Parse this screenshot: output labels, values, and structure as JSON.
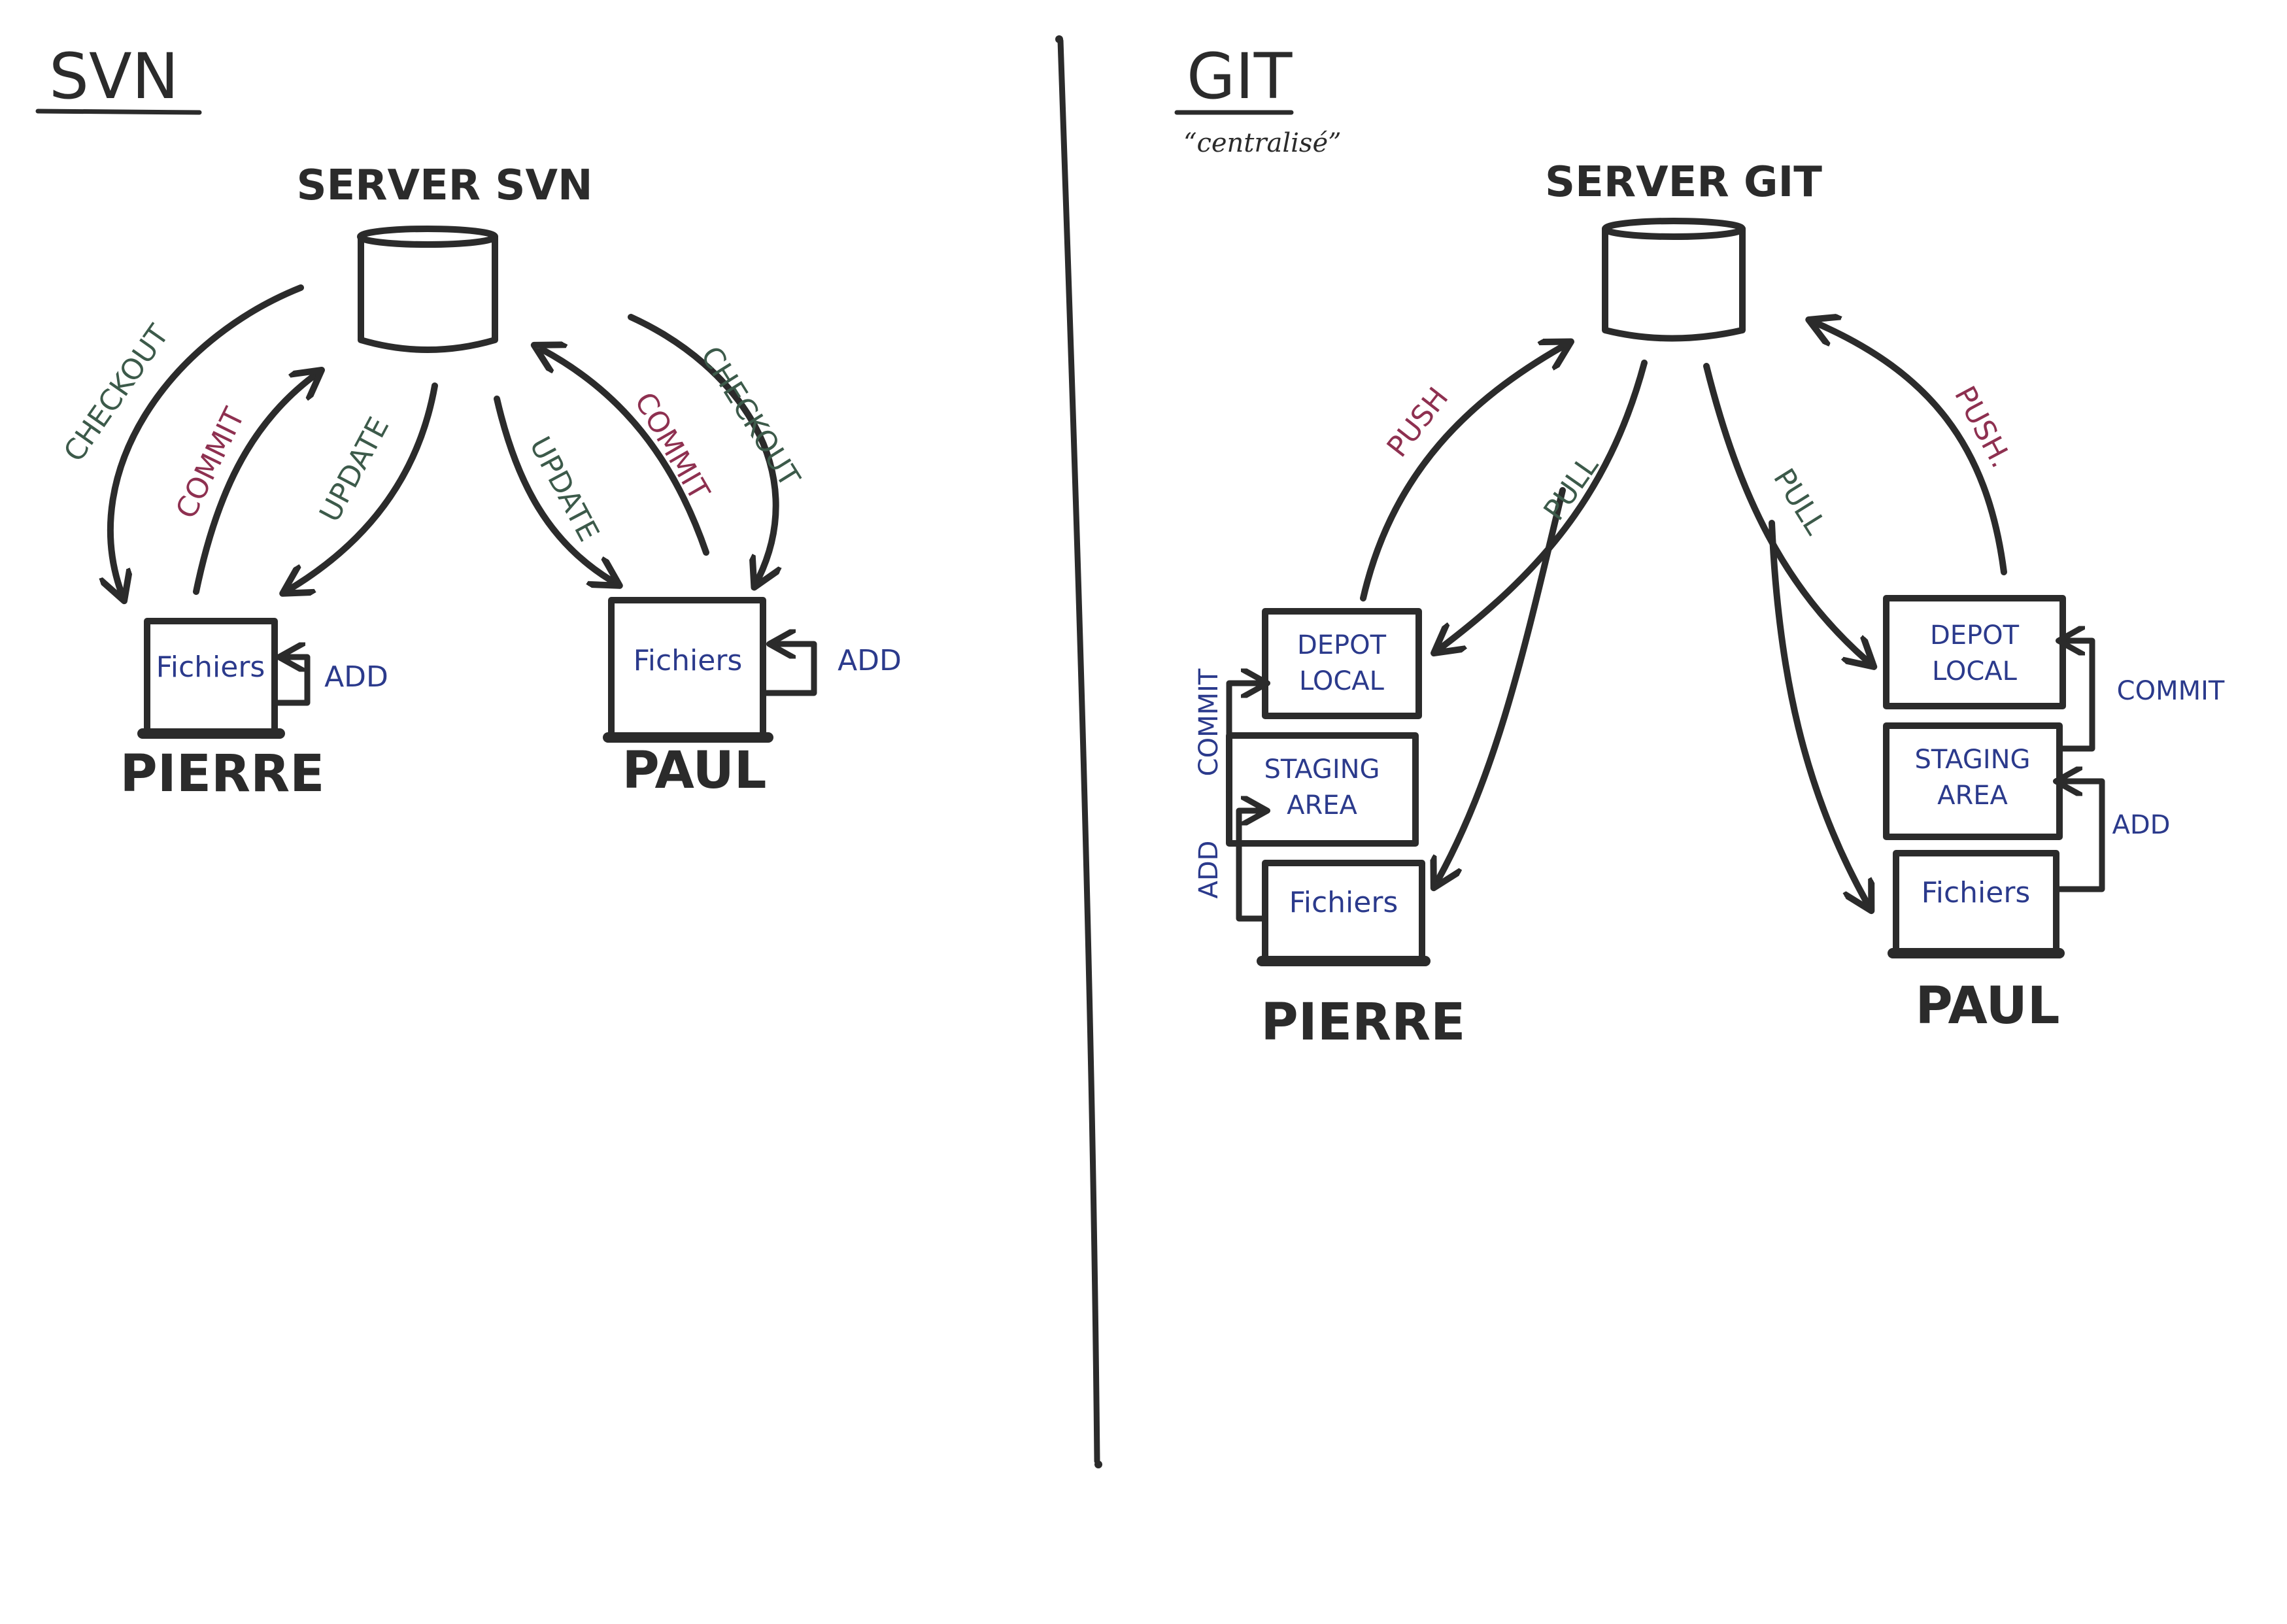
{
  "colors": {
    "ink": "#2b2b2b",
    "green": "#3c5a4a",
    "red": "#8e3050",
    "blue": "#2b3a8c"
  },
  "svn": {
    "title": "SVN",
    "server": "SERVER SVN",
    "users": [
      {
        "name": "PIERRE",
        "files": "Fichiers",
        "add": "ADD"
      },
      {
        "name": "PAUL",
        "files": "Fichiers",
        "add": "ADD"
      }
    ],
    "arrows": {
      "pierre_checkout": "CHECKOUT",
      "pierre_commit": "COMMIT",
      "pierre_update": "UPDATE",
      "paul_update": "UPDATE",
      "paul_commit": "COMMIT",
      "paul_checkout": "CHECKOUT"
    }
  },
  "git": {
    "title": "GIT",
    "subtitle": "“centralisé”",
    "server": "SERVER GIT",
    "users": [
      {
        "name": "PIERRE",
        "depot_line1": "DEPOT",
        "depot_line2": "LOCAL",
        "staging_line1": "STAGING",
        "staging_line2": "AREA",
        "files": "Fichiers",
        "commit": "COMMIT",
        "add": "ADD"
      },
      {
        "name": "PAUL",
        "depot_line1": "DEPOT",
        "depot_line2": "LOCAL",
        "staging_line1": "STAGING",
        "staging_line2": "AREA",
        "files": "Fichiers",
        "commit": "COMMIT",
        "add": "ADD"
      }
    ],
    "arrows": {
      "pierre_push": "PUSH",
      "pierre_pull": "PULL",
      "paul_pull": "PULL",
      "paul_push": "PUSH."
    }
  }
}
